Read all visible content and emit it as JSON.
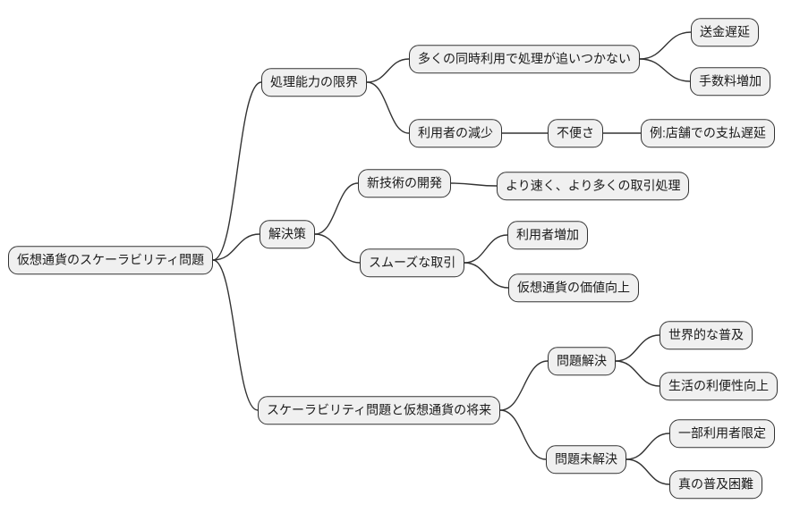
{
  "diagram": {
    "type": "mindmap",
    "title": "仮想通貨のスケーラビリティ問題",
    "background": "#ffffff",
    "node_fill": "#f0f0f0",
    "node_border": "#333333",
    "edge_color": "#333333"
  },
  "nodes": {
    "root": {
      "label": "仮想通貨のスケーラビリティ問題"
    },
    "processing_limit": {
      "label": "処理能力の限界"
    },
    "overload": {
      "label": "多くの同時利用で処理が追いつかない"
    },
    "transfer_delay": {
      "label": "送金遅延"
    },
    "fee_increase": {
      "label": "手数料増加"
    },
    "user_decline": {
      "label": "利用者の減少"
    },
    "inconvenience": {
      "label": "不便さ"
    },
    "store_example": {
      "label": "例:店舗での支払遅延"
    },
    "solutions": {
      "label": "解決策"
    },
    "new_tech": {
      "label": "新技術の開発"
    },
    "faster_tx": {
      "label": "より速く、より多くの取引処理"
    },
    "smooth_tx": {
      "label": "スムーズな取引"
    },
    "user_increase": {
      "label": "利用者増加"
    },
    "value_up": {
      "label": "仮想通貨の価値向上"
    },
    "future": {
      "label": "スケーラビリティ問題と仮想通貨の将来"
    },
    "solved": {
      "label": "問題解決"
    },
    "global_adoption": {
      "label": "世界的な普及"
    },
    "life_convenience": {
      "label": "生活の利便性向上"
    },
    "unsolved": {
      "label": "問題未解決"
    },
    "limited_users": {
      "label": "一部利用者限定"
    },
    "adoption_difficult": {
      "label": "真の普及困難"
    }
  },
  "edges": [
    [
      "root",
      "processing_limit"
    ],
    [
      "processing_limit",
      "overload"
    ],
    [
      "overload",
      "transfer_delay"
    ],
    [
      "overload",
      "fee_increase"
    ],
    [
      "processing_limit",
      "user_decline"
    ],
    [
      "user_decline",
      "inconvenience"
    ],
    [
      "inconvenience",
      "store_example"
    ],
    [
      "root",
      "solutions"
    ],
    [
      "solutions",
      "new_tech"
    ],
    [
      "new_tech",
      "faster_tx"
    ],
    [
      "solutions",
      "smooth_tx"
    ],
    [
      "smooth_tx",
      "user_increase"
    ],
    [
      "smooth_tx",
      "value_up"
    ],
    [
      "root",
      "future"
    ],
    [
      "future",
      "solved"
    ],
    [
      "solved",
      "global_adoption"
    ],
    [
      "solved",
      "life_convenience"
    ],
    [
      "future",
      "unsolved"
    ],
    [
      "unsolved",
      "limited_users"
    ],
    [
      "unsolved",
      "adoption_difficult"
    ]
  ]
}
